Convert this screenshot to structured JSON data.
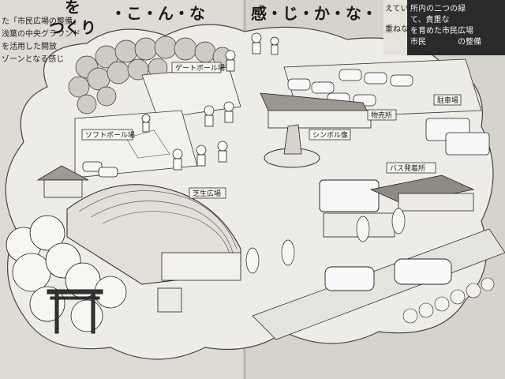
{
  "title": {
    "left": "・こ・ん・な",
    "right": "感・じ・か・な・"
  },
  "header_left": {
    "fragment_top": "を",
    "fragment_bottom": "つくり"
  },
  "left_column": {
    "lines": [
      "た「市民広場の整備」",
      "浅葉の中央グラウンド",
      "を活用した開放",
      "ゾーンとなる感じ"
    ]
  },
  "right_column": {
    "lines": [
      "えています。",
      "重ねながら、",
      "所内の二つの緑",
      "て、貴重な",
      "を育めた市民広場",
      "市民",
      "の整備"
    ]
  },
  "map_labels": {
    "gateball": "ゲートボール場",
    "softball": "ソフトボール場",
    "lawn": "芝生広場",
    "symbol": "シンボル像",
    "shop": "物売所",
    "parking": "駐車場",
    "bus_terminal": "バス発着所"
  }
}
